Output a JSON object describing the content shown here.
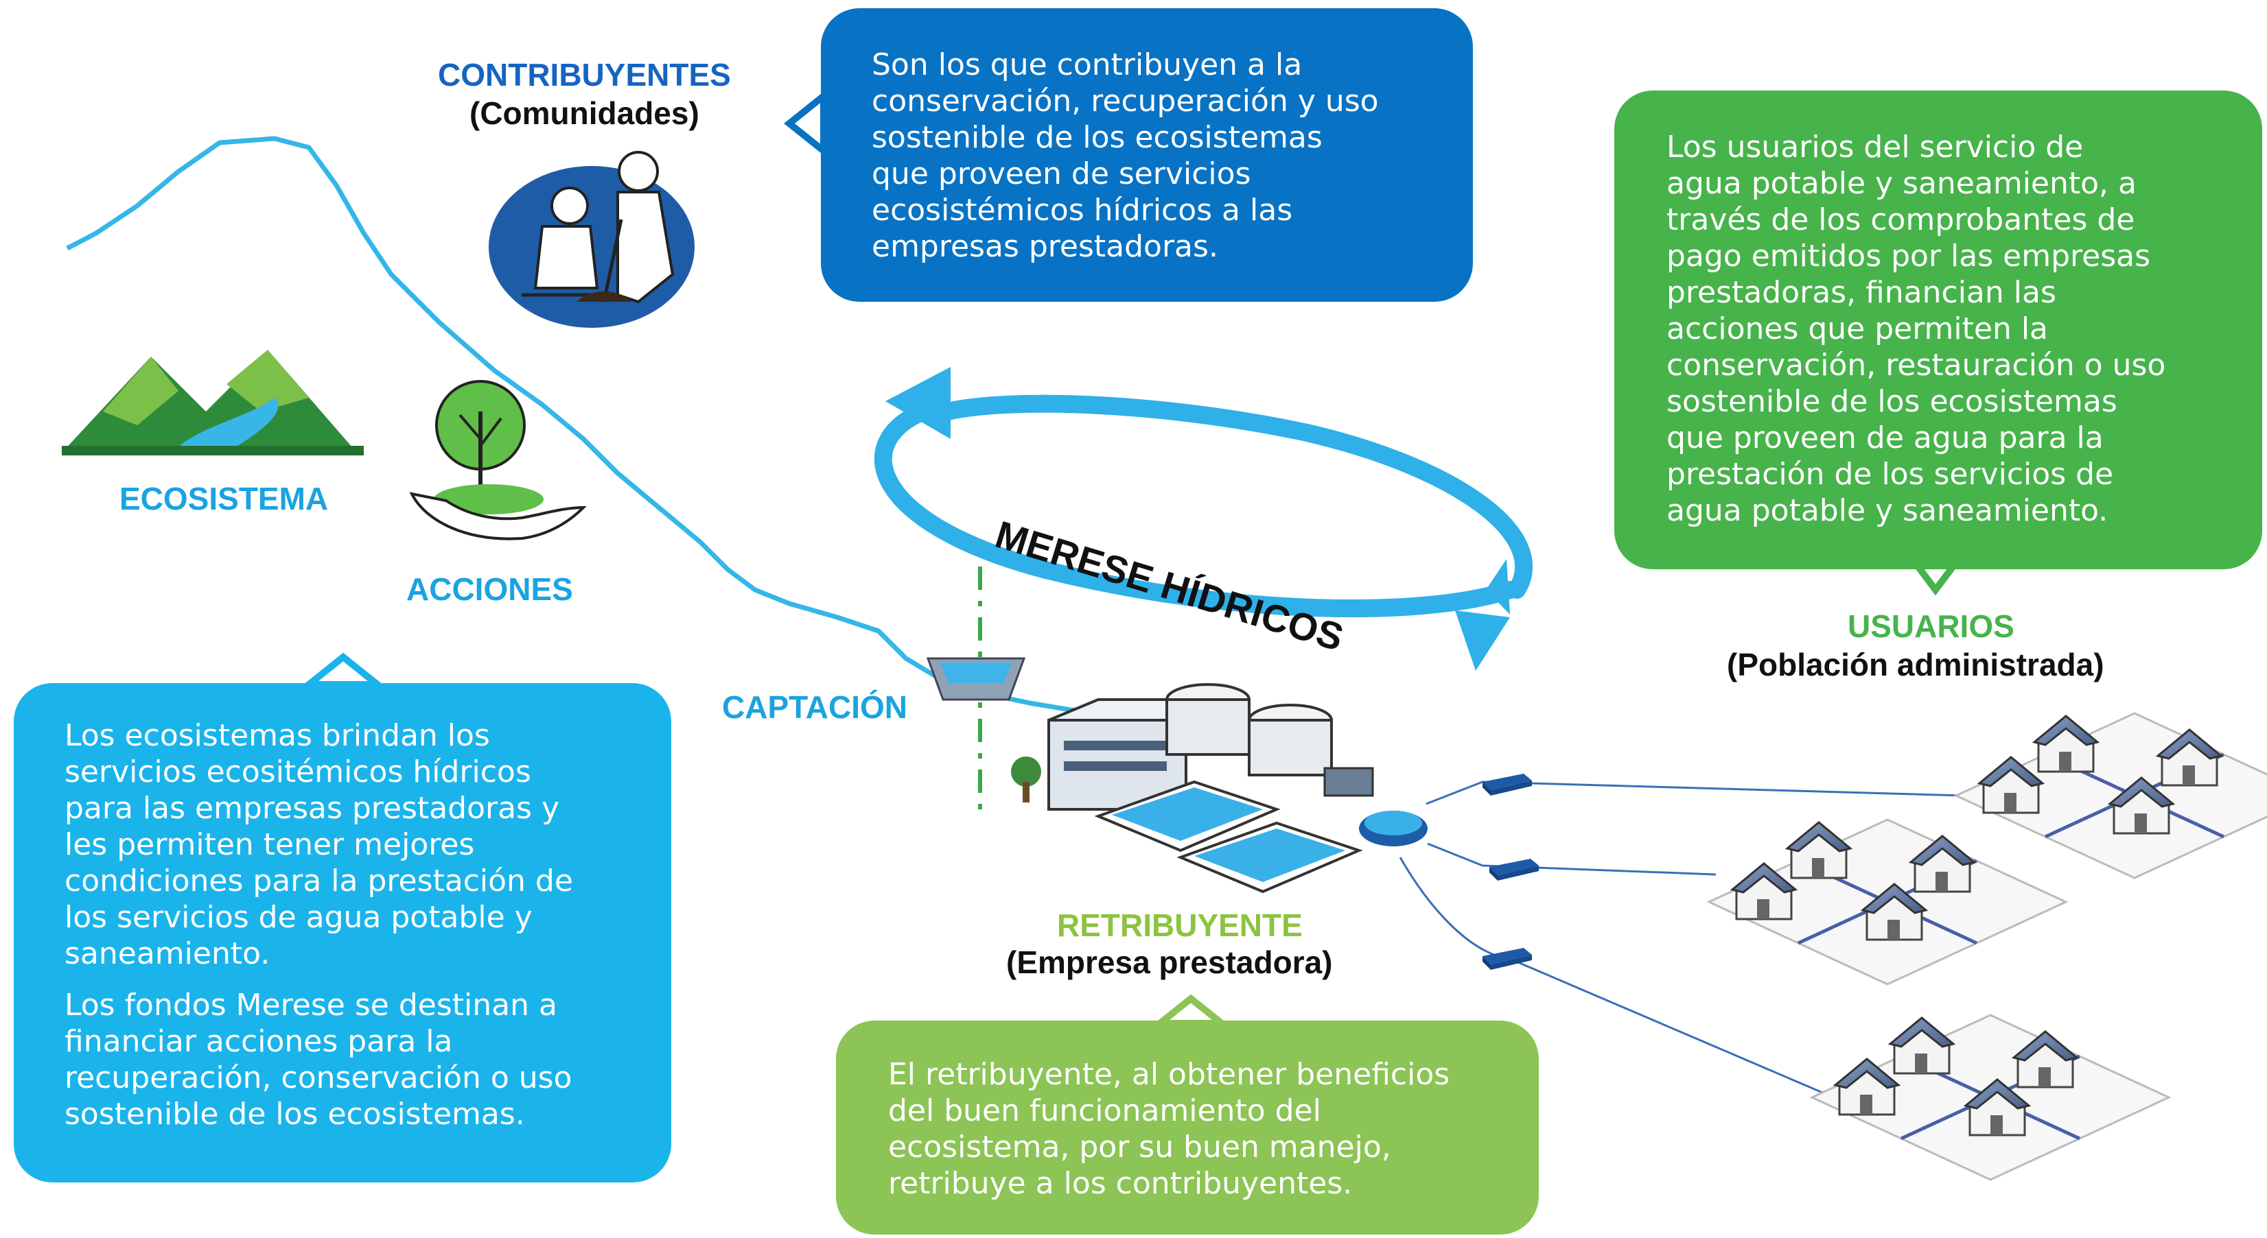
{
  "labels": {
    "contribuyentes": "CONTRIBUYENTES",
    "comunidades": "(Comunidades)",
    "ecosistema": "ECOSISTEMA",
    "acciones": "ACCIONES",
    "captacion": "CAPTACIÓN",
    "merese": "MERESE HÍDRICOS",
    "retribuyente": "RETRIBUYENTE",
    "empresa": "(Empresa  prestadora)",
    "usuarios": "USUARIOS",
    "poblacion": "(Población administrada)"
  },
  "boxes": {
    "contribuyentes": [
      "Son los que contribuyen a la",
      "conservación, recuperación y uso",
      "sostenible de los ecosistemas",
      "que proveen de servicios",
      "ecosistémicos hídricos a las",
      "empresas prestadoras."
    ],
    "usuarios": [
      "Los usuarios del servicio de",
      "agua potable y saneamiento, a",
      "través de los comprobantes de",
      "pago emitidos por las empresas",
      "prestadoras, financian las",
      "acciones que permiten la",
      "conservación, restauración o uso",
      "sostenible de los ecosistemas",
      "que proveen de agua para la",
      "prestación de los servicios de",
      "agua potable y saneamiento."
    ],
    "ecosistema_p1": [
      "Los ecosistemas brindan los",
      "servicios ecositémicos hídricos",
      "para las empresas prestadoras y",
      "les permiten tener mejores",
      "condiciones para la prestación de",
      "los servicios de agua potable y",
      "saneamiento."
    ],
    "ecosistema_p2": [
      "Los fondos Merese se destinan a",
      "financiar acciones para la",
      "recuperación, conservación o uso",
      "sostenible de los ecosistemas."
    ],
    "retribuyente": [
      "El retribuyente, al obtener beneficios",
      "del buen funcionamiento del",
      "ecosistema, por su buen manejo,",
      "retribuye a los contribuyentes."
    ]
  },
  "colors": {
    "dark_blue": "#0873c4",
    "light_blue": "#1ab4ea",
    "green": "#47b34b",
    "light_green": "#8cc455",
    "river": "#35b6e8"
  },
  "icons": [
    "mountain-icon",
    "plant-in-hand-icon",
    "planting-people-icon",
    "water-intake-icon",
    "treatment-plant-icon",
    "valve-icon",
    "houses-icon"
  ]
}
